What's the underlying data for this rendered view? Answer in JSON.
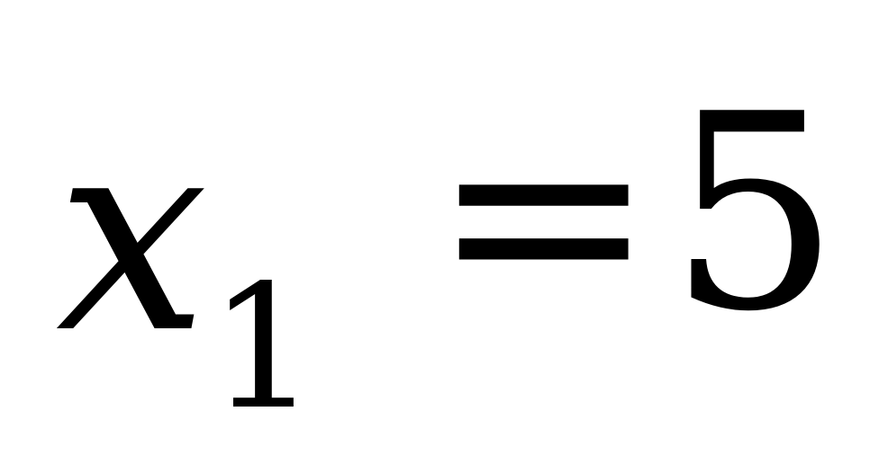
{
  "equation": {
    "variable": "x",
    "subscript": "1",
    "operator": "=",
    "value": "5"
  }
}
